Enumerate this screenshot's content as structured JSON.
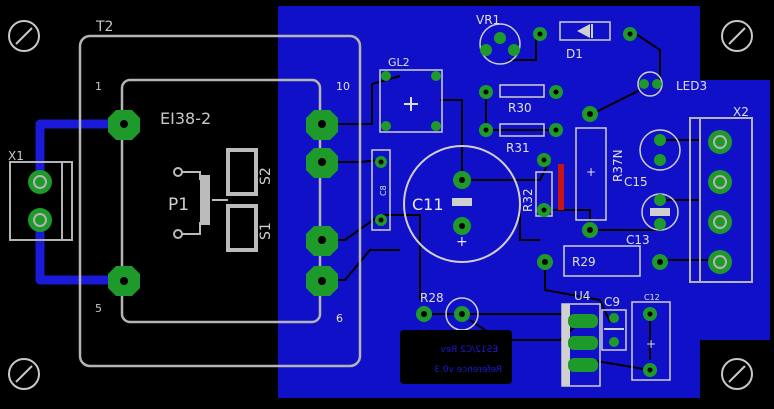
{
  "colors": {
    "background": "#000000",
    "copper_pour": "#1010c8",
    "trace": "#1a1ad8",
    "outline": "#b4b4b4",
    "pad": "#1e9a2a",
    "drill": "#000000",
    "silk_on_pour": "#e8e8f8",
    "silk_on_black": "#c8c8c8",
    "marker": "#c81414"
  },
  "labels": {
    "T2": "T2",
    "EI38": "EI38-2",
    "P1": "P1",
    "S1": "S1",
    "S2": "S2",
    "pin1": "1",
    "pin5": "5",
    "pin6": "6",
    "pin10": "10",
    "X1": "X1",
    "X2": "X2",
    "GL2": "GL2",
    "VR1": "VR1",
    "D1": "D1",
    "LED3": "LED3",
    "R30": "R30",
    "R31": "R31",
    "R32": "R32",
    "R37": "R37N",
    "R29": "R29",
    "R28": "R28",
    "C8": "C8",
    "C11": "C11",
    "C15": "C15",
    "C13": "C13",
    "U4": "U4",
    "C9": "C9",
    "C12": "C12",
    "mirror_line1": "ES12/C2 Rev",
    "mirror_line2": "Reference v0.3"
  }
}
